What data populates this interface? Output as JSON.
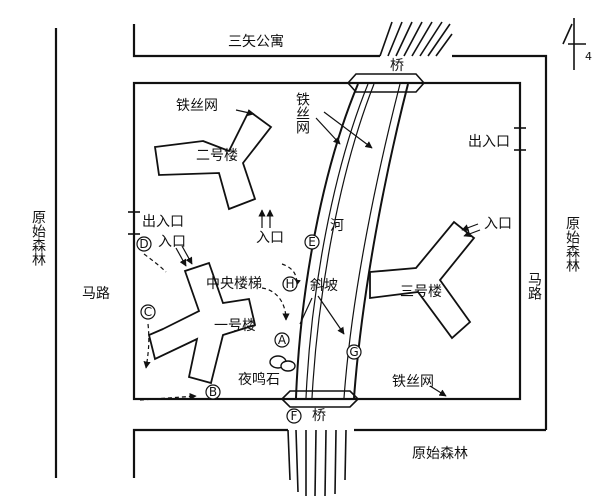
{
  "diagram": {
    "labels": {
      "sanshi_apartment": "三矢公寓",
      "bridge_north": "桥",
      "bridge_south": "桥",
      "north_mark": "4",
      "fence_nw": "铁丝网",
      "fence_river": "铁丝网",
      "fence_se": "铁丝网",
      "building_2": "二号楼",
      "building_1": "一号楼",
      "building_3": "三号楼",
      "exit_east": "出入口",
      "exit_west": "出入口",
      "entrance_b2": "入口",
      "entrance_b1": "入口",
      "entrance_b3": "入口",
      "forest_west": "原始森林",
      "forest_east": "原始森林",
      "forest_south": "原始森林",
      "road_west": "马路",
      "road_east": "马路",
      "river": "河",
      "central_stairs": "中央楼梯",
      "slope": "斜坡",
      "night_stone": "夜鸣石"
    },
    "markers": {
      "A": "A",
      "B": "B",
      "C": "C",
      "D": "D",
      "E": "E",
      "F": "F",
      "G": "G",
      "H": "H"
    }
  }
}
